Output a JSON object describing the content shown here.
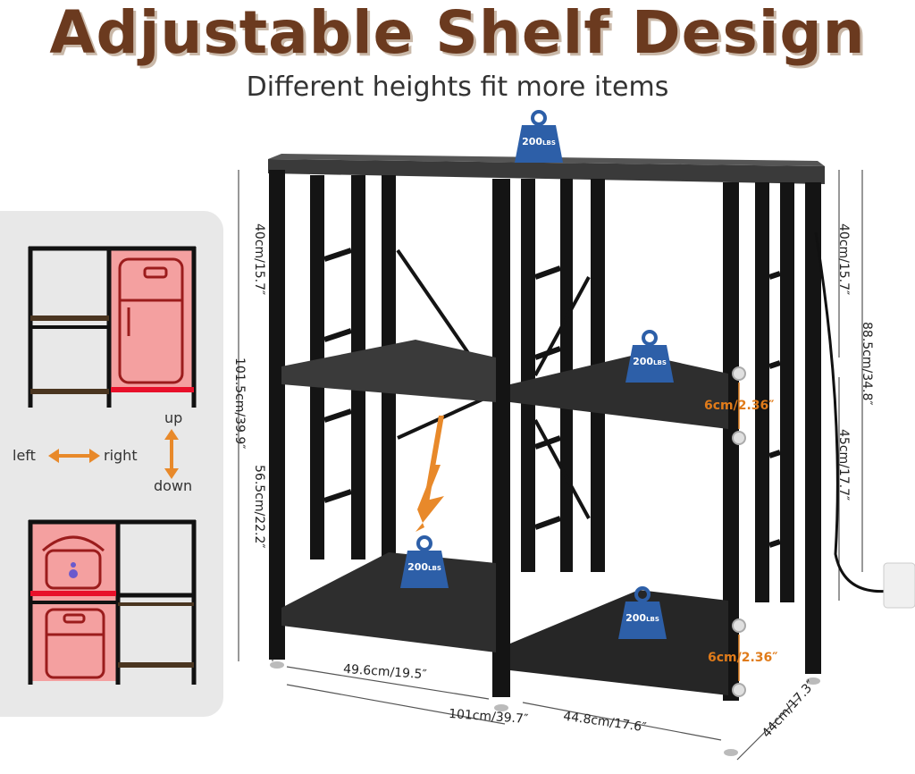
{
  "header": {
    "title": "Adjustable Shelf Design",
    "subtitle": "Different heights fit more items"
  },
  "directions": {
    "up": "up",
    "down": "down",
    "left": "left",
    "right": "right"
  },
  "load": {
    "top": "200",
    "middle": "200",
    "lower_left": "200",
    "lower_right": "200",
    "unit": "LBS"
  },
  "dimensions": {
    "left_upper": "40cm/15.7″",
    "left_total": "101.5cm/39.9″",
    "left_lower": "56.5cm/22.2″",
    "right_upper": "40cm/15.7″",
    "right_total": "88.5cm/34.8″",
    "right_lower": "45cm/17.7″",
    "gap_top": "6cm/2.36″",
    "gap_bottom": "6cm/2.36″",
    "width_left": "49.6cm/19.5″",
    "width_total": "101cm/39.7″",
    "width_right": "44.8cm/17.6″",
    "depth": "44cm/17.3″"
  },
  "colors": {
    "title": "#6b3a1f",
    "accent_orange": "#e8892a",
    "weight_blue": "#2d5fa8",
    "frame": "#1a1a1a",
    "highlight_red": "#e8323c"
  }
}
